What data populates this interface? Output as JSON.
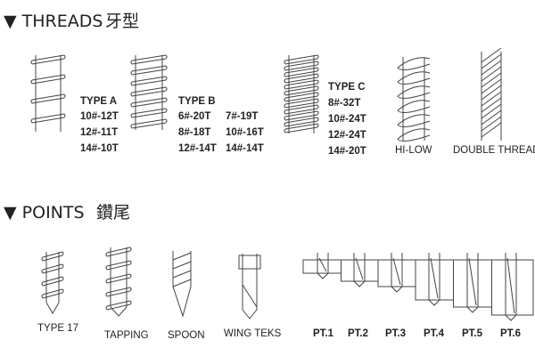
{
  "threads": {
    "heading": "▼ THREADS",
    "heading_cn": "牙型",
    "type_a": {
      "title": "TYPE A",
      "specs": [
        "10#-12T",
        "12#-11T",
        "14#-10T"
      ]
    },
    "type_b": {
      "title": "TYPE B",
      "specs_left": [
        "6#-20T",
        "8#-18T",
        "12#-14T"
      ],
      "specs_right": [
        "7#-19T",
        "10#-16T",
        "14#-14T"
      ]
    },
    "type_c": {
      "title": "TYPE C",
      "specs": [
        "8#-32T",
        "10#-24T",
        "12#-24T",
        "14#-20T"
      ]
    },
    "hi_low": "HI-LOW",
    "double_thread": "DOUBLE THREAD"
  },
  "points": {
    "heading": "▼ POINTS",
    "heading_cn": "鑽尾",
    "items": [
      "TYPE 17",
      "TAPPING",
      "SPOON",
      "WING TEKS"
    ],
    "pt_labels": [
      "PT.1",
      "PT.2",
      "PT.3",
      "PT.4",
      "PT.5",
      "PT.6"
    ]
  }
}
